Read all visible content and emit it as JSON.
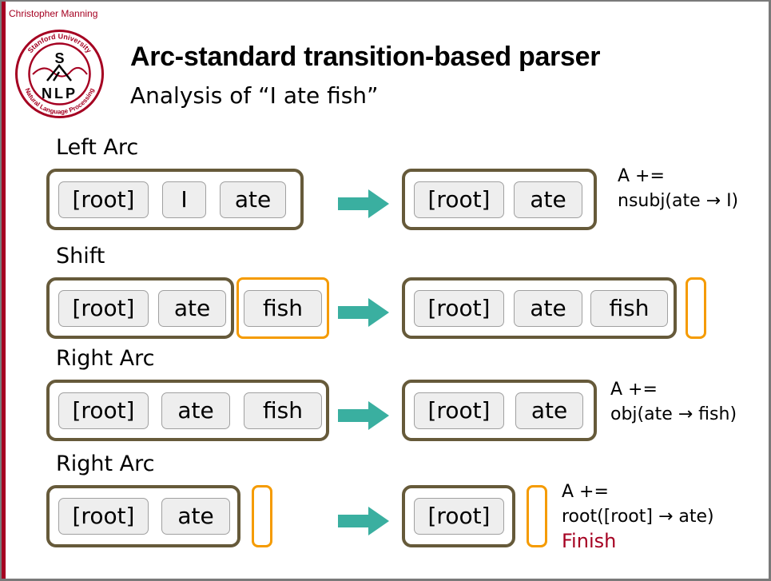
{
  "header": {
    "author": "Christopher Manning",
    "title": "Arc-standard transition-based parser",
    "subtitle": "Analysis of “I ate fish”",
    "logo": {
      "top_text": "Stanford University",
      "letters": "NLP",
      "top_letter": "S",
      "bottom_text": "Natural Language Processing"
    }
  },
  "colors": {
    "accent_red": "#a50021",
    "stack_border": "#665a3a",
    "buffer_border": "#f59b00",
    "arrow": "#3aafa0",
    "finish": "#a50021"
  },
  "steps": [
    {
      "label": "Left Arc",
      "before": {
        "stack": [
          "[root]",
          "I",
          "ate"
        ]
      },
      "after": {
        "stack": [
          "[root]",
          "ate"
        ]
      },
      "note": [
        "A +=",
        "nsubj(ate → I)"
      ]
    },
    {
      "label": "Shift",
      "before": {
        "stack": [
          "[root]",
          "ate"
        ],
        "buffer": [
          "fish"
        ]
      },
      "after": {
        "stack": [
          "[root]",
          "ate",
          "fish"
        ],
        "buffer": []
      }
    },
    {
      "label": "Right Arc",
      "before": {
        "stack": [
          "[root]",
          "ate",
          "fish"
        ]
      },
      "after": {
        "stack": [
          "[root]",
          "ate"
        ]
      },
      "note": [
        "A +=",
        "obj(ate → fish)"
      ]
    },
    {
      "label": "Right Arc",
      "before": {
        "stack": [
          "[root]",
          "ate"
        ],
        "buffer": []
      },
      "after": {
        "stack": [
          "[root]"
        ],
        "buffer": []
      },
      "note": [
        "A +=",
        "root([root] → ate)",
        "Finish"
      ]
    }
  ]
}
